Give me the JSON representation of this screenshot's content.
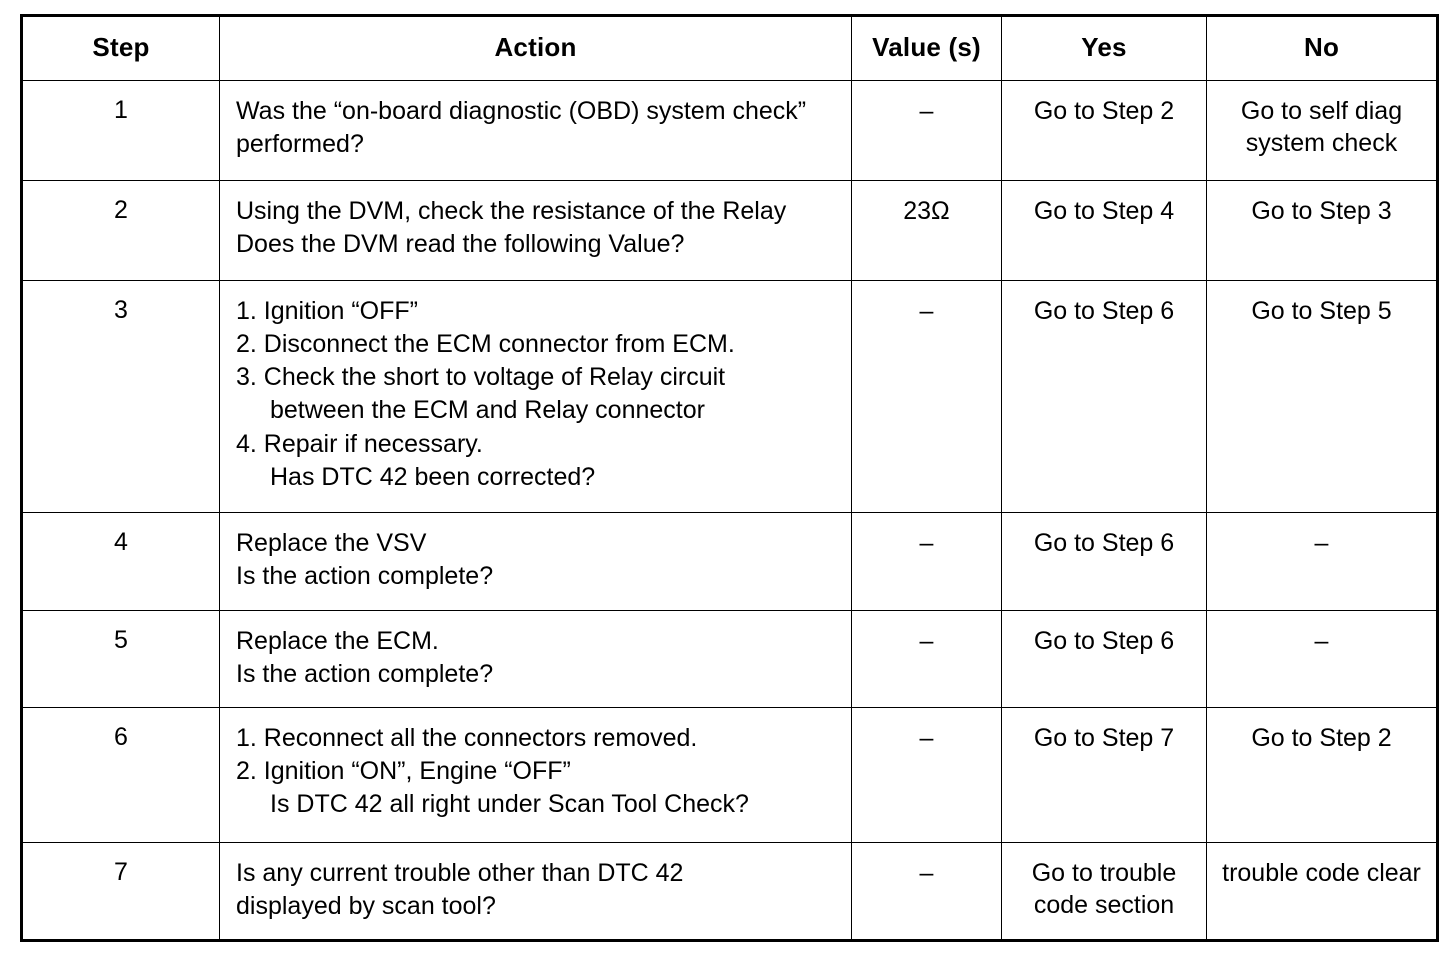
{
  "table": {
    "columns": [
      {
        "key": "step",
        "label": "Step"
      },
      {
        "key": "action",
        "label": "Action"
      },
      {
        "key": "value",
        "label": "Value (s)"
      },
      {
        "key": "yes",
        "label": "Yes"
      },
      {
        "key": "no",
        "label": "No"
      }
    ],
    "rows": [
      {
        "step": "1",
        "action_lines": [
          "Was the “on-board diagnostic (OBD) system check”",
          "performed?"
        ],
        "value": "–",
        "yes_lines": [
          "Go to Step 2"
        ],
        "no_lines": [
          "Go to self diag",
          "system check"
        ]
      },
      {
        "step": "2",
        "action_lines": [
          "Using the DVM, check the resistance of the Relay",
          "Does the DVM read the following Value?"
        ],
        "value": "23Ω",
        "yes_lines": [
          "Go to Step 4"
        ],
        "no_lines": [
          "Go to Step 3"
        ]
      },
      {
        "step": "3",
        "action_lines": [
          "1. Ignition “OFF”",
          "2. Disconnect the ECM connector from ECM.",
          "3. Check the short to voltage of Relay circuit",
          "between the ECM and Relay connector",
          "4. Repair if necessary.",
          "Has DTC 42 been corrected?"
        ],
        "action_continuation_indices": [
          3,
          5
        ],
        "value": "–",
        "yes_lines": [
          "Go to Step 6"
        ],
        "no_lines": [
          "Go to Step 5"
        ]
      },
      {
        "step": "4",
        "action_lines": [
          "Replace the VSV",
          "Is the action complete?"
        ],
        "value": "–",
        "yes_lines": [
          "Go to Step 6"
        ],
        "no_lines": [
          "–"
        ]
      },
      {
        "step": "5",
        "action_lines": [
          "Replace the ECM.",
          "Is the action complete?"
        ],
        "value": "–",
        "yes_lines": [
          "Go to Step 6"
        ],
        "no_lines": [
          "–"
        ]
      },
      {
        "step": "6",
        "action_lines": [
          "1. Reconnect all the connectors removed.",
          "2. Ignition “ON”, Engine “OFF”",
          "Is DTC 42 all right under Scan Tool Check?"
        ],
        "action_continuation_indices": [
          2
        ],
        "value": "–",
        "yes_lines": [
          "Go to Step 7"
        ],
        "no_lines": [
          "Go to Step 2"
        ]
      },
      {
        "step": "7",
        "action_lines": [
          "Is any current trouble other than DTC 42",
          "displayed by scan tool?"
        ],
        "value": "–",
        "yes_lines": [
          "Go to trouble",
          "code section"
        ],
        "no_lines": [
          "trouble code",
          "clear"
        ]
      }
    ]
  },
  "colors": {
    "ink": "#000000",
    "paper": "#ffffff"
  }
}
